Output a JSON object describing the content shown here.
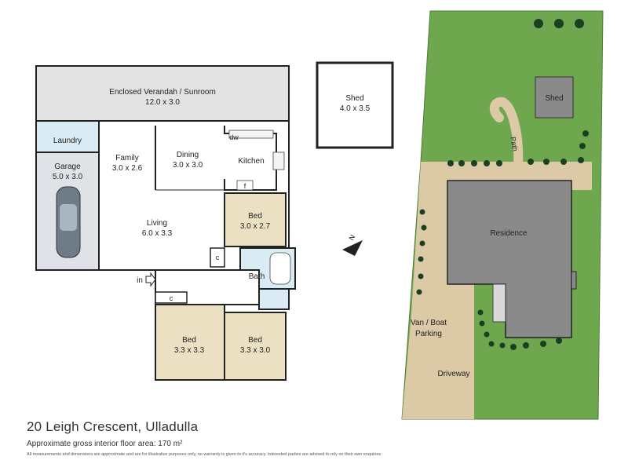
{
  "rooms": {
    "verandah": {
      "name": "Enclosed Verandah / Sunroom",
      "dims": "12.0 x 3.0"
    },
    "laundry": {
      "name": "Laundry"
    },
    "garage": {
      "name": "Garage",
      "dims": "5.0 x 3.0"
    },
    "family": {
      "name": "Family",
      "dims": "3.0 x 2.6"
    },
    "dining": {
      "name": "Dining",
      "dims": "3.0 x 3.0"
    },
    "kitchen": {
      "name": "Kitchen",
      "dw": "dw",
      "f": "f"
    },
    "living": {
      "name": "Living",
      "dims": "6.0 x 3.3"
    },
    "bed1": {
      "name": "Bed",
      "dims": "3.0 x 2.7"
    },
    "bath": {
      "name": "Bath"
    },
    "bed2": {
      "name": "Bed",
      "dims": "3.3 x 3.3"
    },
    "bed3": {
      "name": "Bed",
      "dims": "3.3 x 3.0"
    },
    "cupboard": "c",
    "entry": "in"
  },
  "shed": {
    "name": "Shed",
    "dims": "4.0 x 3.5"
  },
  "site": {
    "shed": "Shed",
    "path": "Path",
    "residence": "Residence",
    "van_parking": "Van / Boat",
    "van_parking2": "Parking",
    "driveway": "Driveway",
    "north": "N"
  },
  "footer": {
    "address": "20 Leigh Crescent, Ulladulla",
    "area": "Approximate gross interior floor area: 170 m²",
    "disclaimer": "All measurements and dimensions are approximate and are for illustrative purposes only, no warranty is given to it's accuracy. interested parties are advised to rely on their own enquiries"
  },
  "colors": {
    "verandah": "#e3e3e3",
    "laundry": "#d9ecf5",
    "garage": "#dfe3e8",
    "bedroom": "#ece0c2",
    "bath": "#d9ecf5",
    "lawn": "#6ea64e",
    "driveway": "#dcc9a6",
    "building": "#8a8a8a"
  }
}
